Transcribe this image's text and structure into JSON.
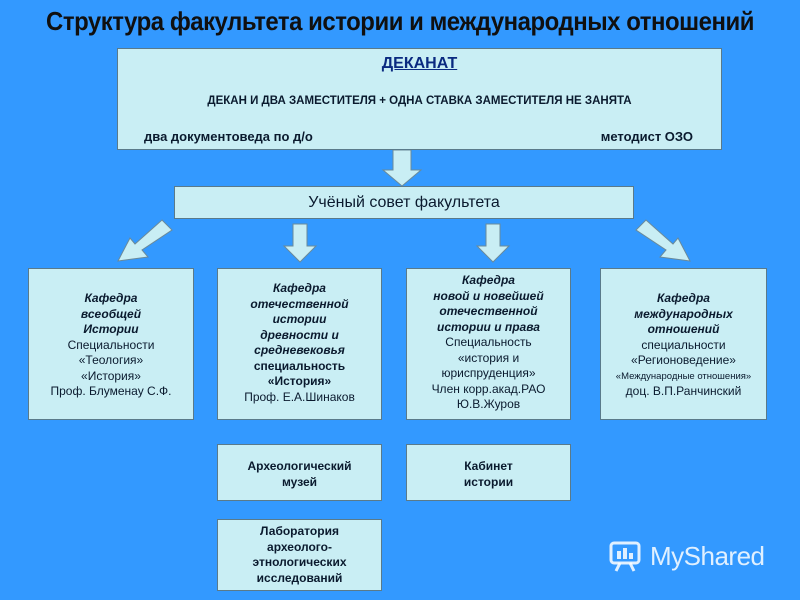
{
  "title": "Структура факультета истории и международных отношений",
  "dekanat": {
    "heading": "ДЕКАНАТ",
    "line": "ДЕКАН И ДВА ЗАМЕСТИТЕЛЯ + ОДНА СТАВКА ЗАМЕСТИТЕЛЯ НЕ ЗАНЯТА",
    "left": "два документоведа по д/о",
    "right": "методист ОЗО"
  },
  "council": "Учёный совет факультета",
  "dept1": {
    "l1": "Кафедра",
    "l2": "всеобщей",
    "l3": "Истории",
    "l4": "Специальности",
    "l5": "«Теология»",
    "l6": "«История»",
    "l7": "Проф. Блуменау С.Ф."
  },
  "dept2": {
    "l1": "Кафедра",
    "l2": "отечественной",
    "l3": "истории",
    "l4": "древности и",
    "l5": "средневековья",
    "l6": "специальность",
    "l7": "«История»",
    "l8": "Проф. Е.А.Шинаков"
  },
  "dept3": {
    "l1": "Кафедра",
    "l2": "новой и новейшей",
    "l3": "отечественной",
    "l4": "истории и права",
    "l5": "Специальность",
    "l6": "«история и",
    "l7": "юриспруденция»",
    "l8": "Член корр.акад.РАО",
    "l9": "Ю.В.Журов"
  },
  "dept4": {
    "l1": "Кафедра",
    "l2": "международных",
    "l3": "отношений",
    "l4": "специальности",
    "l5": "«Регионоведение»",
    "l6": "«Международные отношения»",
    "l7": "доц. В.П.Ранчинский"
  },
  "museum": {
    "l1": "Археологический",
    "l2": "музей"
  },
  "cabinet": {
    "l1": "Кабинет",
    "l2": "истории"
  },
  "lab": {
    "l1": "Лаборатория",
    "l2": "археолого-",
    "l3": "этнологических",
    "l4": "исследований"
  },
  "watermark": "MyShared",
  "colors": {
    "background": "#3399ff",
    "box": "#c9eef4",
    "arrow": "#c9eef4"
  },
  "icons": [
    "arrow-down-icon",
    "arrow-diagonal-icon",
    "myshared-logo-icon"
  ]
}
